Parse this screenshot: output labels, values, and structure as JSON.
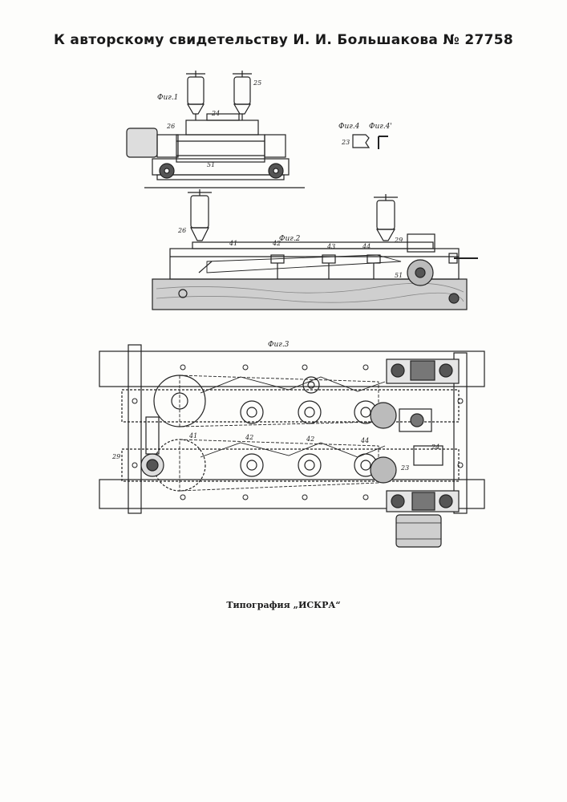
{
  "header": {
    "title": "К авторскому свидетельству И. И. Большакова № 27758"
  },
  "figures": {
    "fig1": "Фиг.1",
    "fig2": "Фиг.2",
    "fig3": "Фиг.3",
    "fig4": "Фиг.4",
    "fig4a": "Фиг.4'"
  },
  "labels": {
    "fig1": [
      "24",
      "26",
      "51",
      "25"
    ],
    "fig2": [
      "26",
      "41",
      "42",
      "43",
      "44",
      "29",
      "51"
    ],
    "fig3": [
      "41",
      "42",
      "42",
      "44",
      "29",
      "24",
      "23"
    ],
    "fig4": [
      "23"
    ]
  },
  "footer": {
    "printer": "Типография „ИСКРА“"
  }
}
